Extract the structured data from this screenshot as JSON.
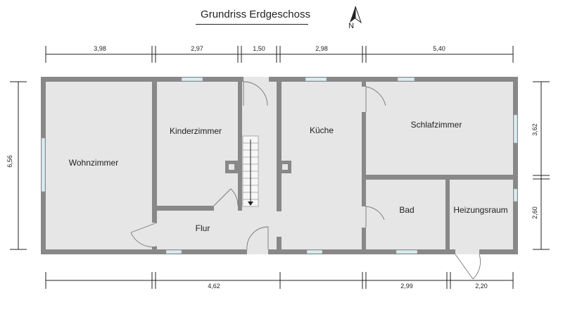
{
  "title": "Grundriss Erdgeschoss",
  "north_label": "N",
  "rooms": {
    "wohnzimmer": "Wohnzimmer",
    "kinderzimmer": "Kinderzimmer",
    "kueche": "Küche",
    "schlafzimmer": "Schlafzimmer",
    "flur": "Flur",
    "bad": "Bad",
    "heizungsraum": "Heizungsraum"
  },
  "dimensions": {
    "top": [
      "3,98",
      "2,97",
      "1,50",
      "2,98",
      "5,40"
    ],
    "bottom": [
      "4,62",
      "2,99",
      "2,20"
    ],
    "left": "6,56",
    "right": [
      "3,62",
      "2,60"
    ]
  },
  "colors": {
    "wall": "#888888",
    "floor": "#e6e6e6",
    "line": "#222222",
    "window": "#d8eef4"
  }
}
